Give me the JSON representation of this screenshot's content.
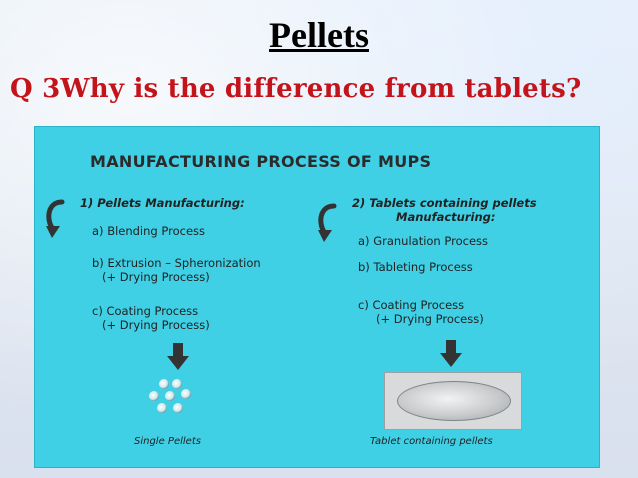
{
  "slide": {
    "title": "Pellets",
    "question": "Q 3Why is the difference from tablets?"
  },
  "diagram": {
    "title": "MANUFACTURING PROCESS OF MUPS",
    "left": {
      "heading": "1) Pellets Manufacturing:",
      "step_a": "a) Blending Process",
      "step_b_line1": "b) Extrusion – Spheronization",
      "step_b_line2": "(+ Drying Process)",
      "step_c_line1": "c) Coating Process",
      "step_c_line2": "(+ Drying Process)",
      "result_label": "Single Pellets"
    },
    "right": {
      "heading_line1": "2) Tablets containing pellets",
      "heading_line2": "Manufacturing:",
      "step_a": "a) Granulation Process",
      "step_b": "b) Tableting Process",
      "step_c_line1": "c) Coating Process",
      "step_c_line2": "(+ Drying Process)",
      "result_label": "Tablet containing pellets"
    },
    "colors": {
      "panel": "#3fd0e6",
      "question_red": "#c4141b"
    },
    "icons": {
      "cycle": "circular-arrow-icon",
      "down": "down-arrow-icon"
    }
  }
}
